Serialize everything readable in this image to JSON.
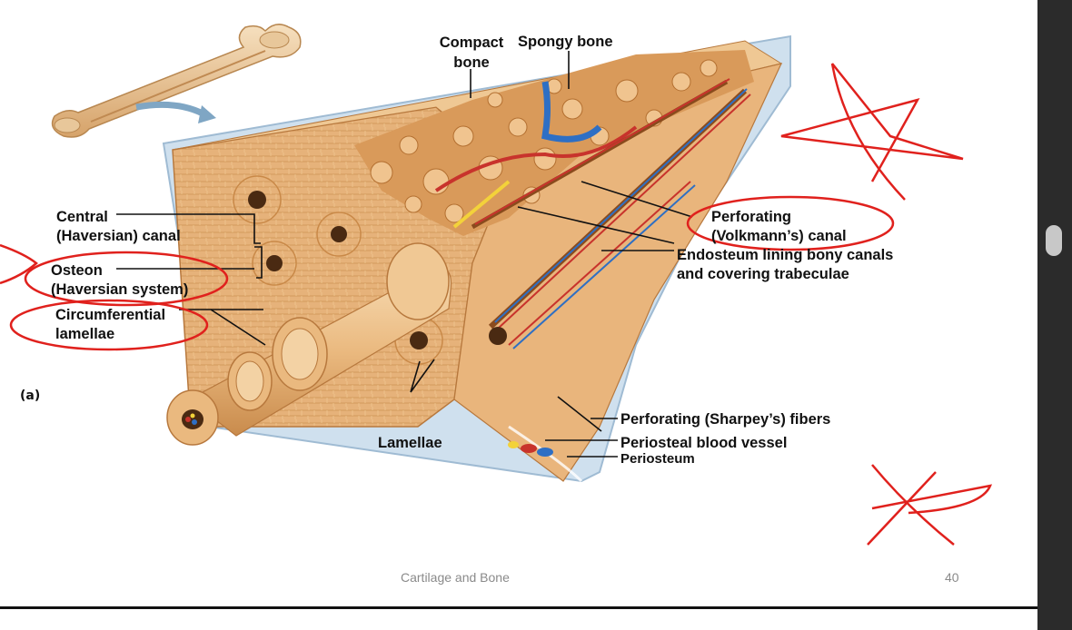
{
  "labels": {
    "compact_bone": "Compact bone",
    "spongy_bone": "Spongy bone",
    "central_canal_line1": "Central",
    "central_canal_line2": "(Haversian) canal",
    "osteon_line1": "Osteon",
    "osteon_line2": "(Haversian system)",
    "circumferential_line1": "Circumferential",
    "circumferential_line2": "lamellae",
    "perforating_canal_line1": "Perforating",
    "perforating_canal_line2": "(Volkmann’s) canal",
    "endosteum_line1": "Endosteum lining bony canals",
    "endosteum_line2": "and covering trabeculae",
    "sharpeys_fibers": "Perforating (Sharpey’s) fibers",
    "periosteal_vessel": "Periosteal blood vessel",
    "periosteum": "Periosteum",
    "lamellae": "Lamellae",
    "part": "(a)"
  },
  "footer": {
    "title": "Cartilage and Bone",
    "page": "40"
  },
  "colors": {
    "bone_light": "#f1cfa0",
    "bone_mid": "#e2a96a",
    "bone_dark": "#c98948",
    "vessel_red": "#c8332c",
    "vessel_blue": "#2e6fc4",
    "nerve_yellow": "#f3d23a",
    "periosteum_blue": "#bcd3e6",
    "annotation_red": "#e0211d"
  },
  "icons": {
    "bone_thumbnail": "long-bone-icon",
    "arrow": "curved-arrow-icon"
  }
}
